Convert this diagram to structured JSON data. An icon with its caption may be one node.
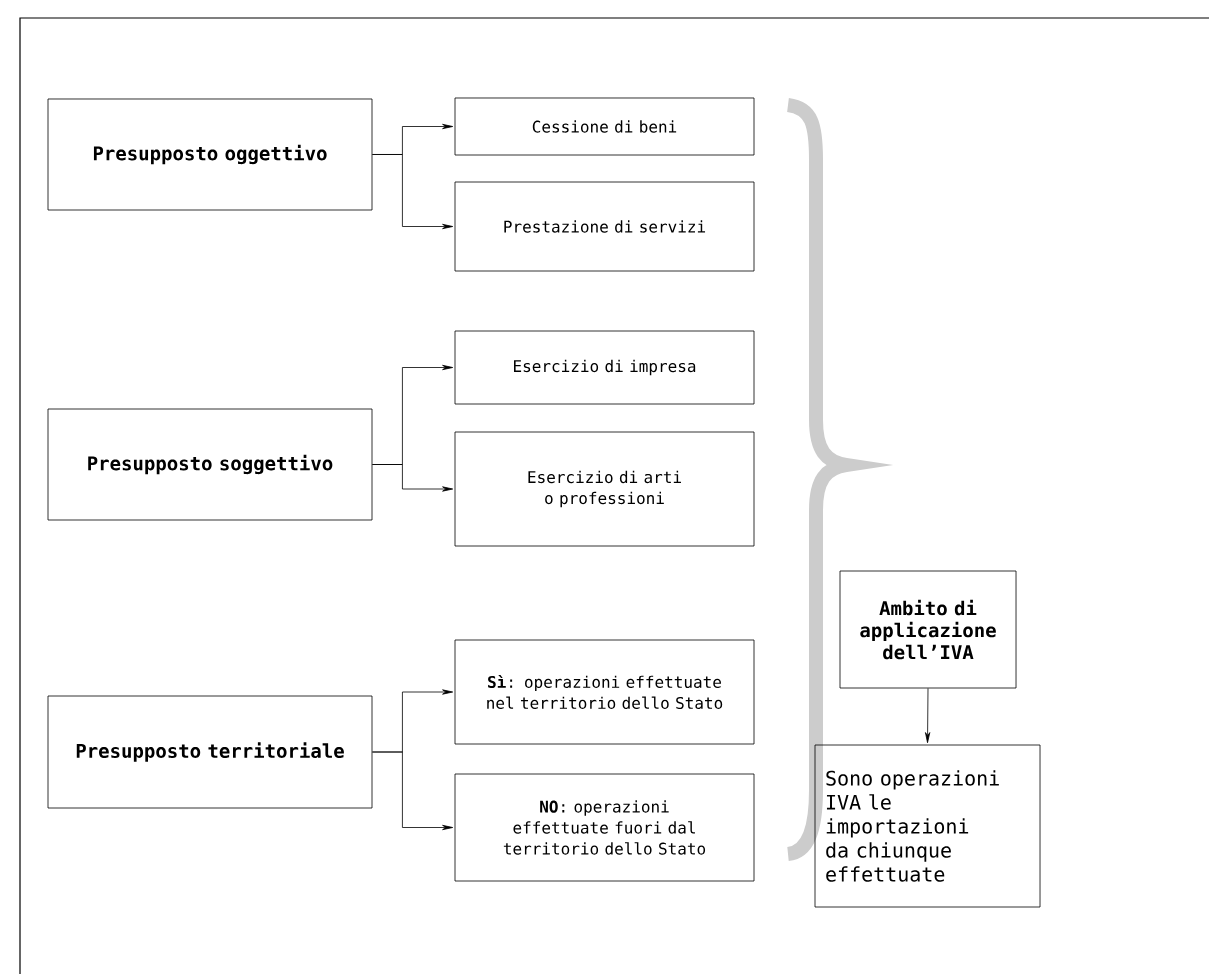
{
  "diagram": {
    "nodes": [
      {
        "text": [
          "Presupposto oggettivo"
        ]
      },
      {
        "text": [
          "Cessione di beni"
        ]
      },
      {
        "text": [
          "Prestazione di servizi"
        ]
      },
      {
        "text": [
          "Presupposto soggettivo"
        ]
      },
      {
        "text": [
          "Esercizio di impresa"
        ]
      },
      {
        "text": [
          "Esercizio di arti o professioni"
        ]
      },
      {
        "text": [
          "Presupposto territoriale"
        ]
      },
      {
        "text": [
          "**Sì**: operazioni effettuate nel territorio dello Stato"
        ]
      },
      {
        "text": [
          "**NO**: operazioni effettuate fuori dal territorio dello Stato"
        ]
      },
      {
        "text": [
          "Ambito di applicazione dell’IVA"
        ]
      },
      {
        "text": [
          "Sono operazioni IVA le importazioni da chiunque effettuate"
        ]
      }
    ],
    "edges": [
      {
        "from": 0,
        "to": 1,
        "arrow": "to"
      },
      {
        "from": 0,
        "to": 2,
        "arrow": "to"
      },
      {
        "from": 3,
        "to": 4,
        "arrow": "to"
      },
      {
        "from": 3,
        "to": 5,
        "arrow": "to"
      },
      {
        "from": 6,
        "to": 7,
        "arrow": "to"
      },
      {
        "from": 6,
        "to": 8,
        "arrow": "to"
      },
      {
        "from": 9,
        "to": 10,
        "arrow": "to"
      }
    ]
  }
}
